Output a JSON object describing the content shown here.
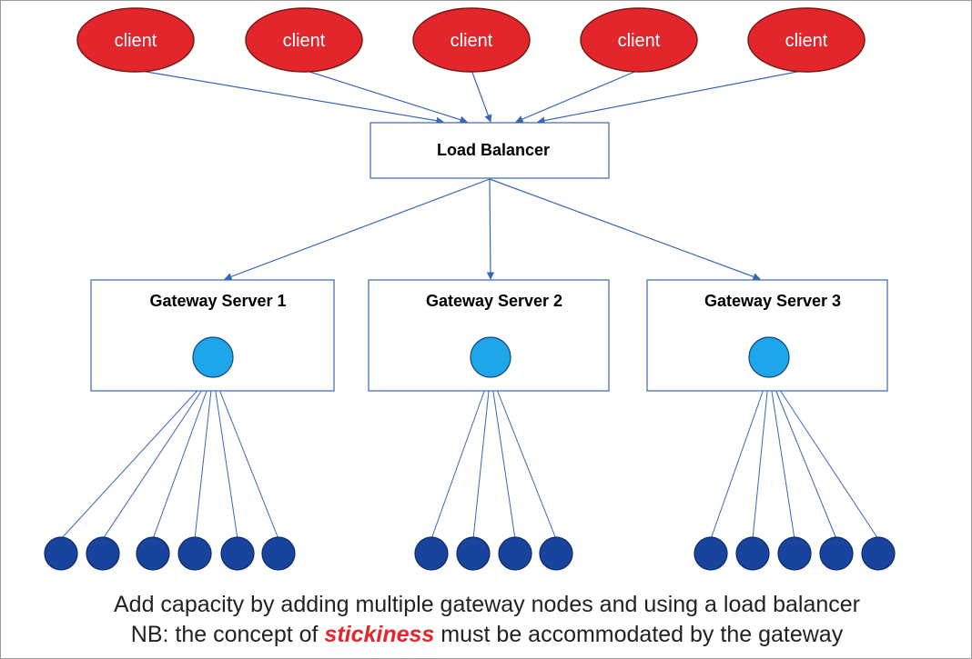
{
  "clients": [
    {
      "label": "client"
    },
    {
      "label": "client"
    },
    {
      "label": "client"
    },
    {
      "label": "client"
    },
    {
      "label": "client"
    }
  ],
  "load_balancer": {
    "label": "Load Balancer"
  },
  "gateways": [
    {
      "label": "Gateway Server 1",
      "node_count": 6
    },
    {
      "label": "Gateway Server 2",
      "node_count": 4
    },
    {
      "label": "Gateway Server 3",
      "node_count": 5
    }
  ],
  "caption": {
    "line1": "Add capacity by adding multiple gateway nodes and using a load balancer",
    "line2_prefix": "NB: the concept of ",
    "line2_emphasis": "stickiness",
    "line2_suffix": " must be accommodated by the gateway"
  },
  "colors": {
    "client_fill": "#e3262b",
    "client_stroke": "#7a1a14",
    "edge": "#3a67b5",
    "hub_fill": "#1ea6ea",
    "hub_stroke": "#1a4a7a",
    "node_fill": "#19449e",
    "node_stroke": "#0c2a66",
    "box_stroke": "#3a67b5",
    "emphasis": "#e3262b"
  },
  "icons": {
    "client": "red-ellipse",
    "gateway_hub": "light-blue-circle",
    "endpoint_node": "dark-blue-circle"
  }
}
